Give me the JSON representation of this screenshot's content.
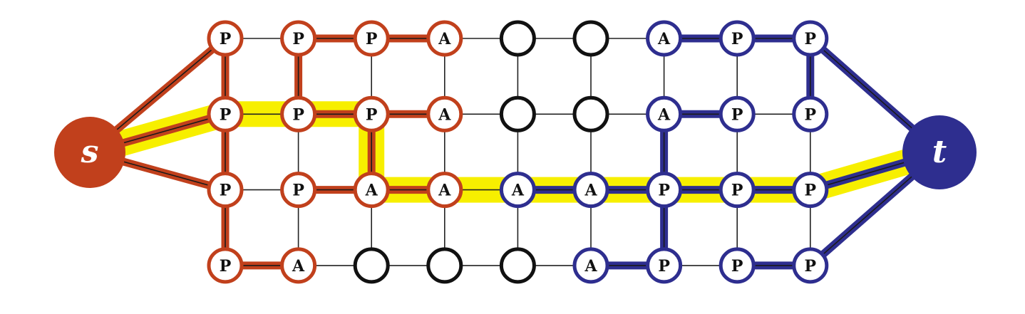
{
  "colors": {
    "background": "#ffffff",
    "source_red": "#c1401c",
    "sink_blue": "#2e2e8f",
    "free_black": "#111111",
    "path_yellow": "#f7ef00",
    "thin_edge": "#222222"
  },
  "terminals": {
    "source": {
      "label": "s",
      "color": "source_red"
    },
    "sink": {
      "label": "t",
      "color": "sink_blue"
    }
  },
  "grid": {
    "rows": 4,
    "cols": 9,
    "nodes": [
      [
        {
          "label": "P",
          "tree": "red"
        },
        {
          "label": "P",
          "tree": "red"
        },
        {
          "label": "P",
          "tree": "red"
        },
        {
          "label": "A",
          "tree": "red"
        },
        {
          "label": "",
          "tree": "free"
        },
        {
          "label": "",
          "tree": "free"
        },
        {
          "label": "A",
          "tree": "blue"
        },
        {
          "label": "P",
          "tree": "blue"
        },
        {
          "label": "P",
          "tree": "blue"
        }
      ],
      [
        {
          "label": "P",
          "tree": "red"
        },
        {
          "label": "P",
          "tree": "red"
        },
        {
          "label": "P",
          "tree": "red"
        },
        {
          "label": "A",
          "tree": "red"
        },
        {
          "label": "",
          "tree": "free"
        },
        {
          "label": "",
          "tree": "free"
        },
        {
          "label": "A",
          "tree": "blue"
        },
        {
          "label": "P",
          "tree": "blue"
        },
        {
          "label": "P",
          "tree": "blue"
        }
      ],
      [
        {
          "label": "P",
          "tree": "red"
        },
        {
          "label": "P",
          "tree": "red"
        },
        {
          "label": "A",
          "tree": "red"
        },
        {
          "label": "A",
          "tree": "red"
        },
        {
          "label": "A",
          "tree": "blue"
        },
        {
          "label": "A",
          "tree": "blue"
        },
        {
          "label": "P",
          "tree": "blue"
        },
        {
          "label": "P",
          "tree": "blue"
        },
        {
          "label": "P",
          "tree": "blue"
        }
      ],
      [
        {
          "label": "P",
          "tree": "red"
        },
        {
          "label": "A",
          "tree": "red"
        },
        {
          "label": "",
          "tree": "free"
        },
        {
          "label": "",
          "tree": "free"
        },
        {
          "label": "",
          "tree": "free"
        },
        {
          "label": "A",
          "tree": "blue"
        },
        {
          "label": "P",
          "tree": "blue"
        },
        {
          "label": "P",
          "tree": "blue"
        },
        {
          "label": "P",
          "tree": "blue"
        }
      ]
    ]
  },
  "tree_edges": {
    "red": [
      [
        [
          0,
          0
        ],
        [
          1,
          0
        ]
      ],
      [
        [
          1,
          0
        ],
        [
          2,
          0
        ]
      ],
      [
        [
          2,
          0
        ],
        [
          3,
          0
        ]
      ],
      [
        [
          0,
          1
        ],
        [
          1,
          1
        ]
      ],
      [
        [
          0,
          1
        ],
        [
          0,
          2
        ]
      ],
      [
        [
          0,
          2
        ],
        [
          0,
          3
        ]
      ],
      [
        [
          1,
          1
        ],
        [
          1,
          2
        ]
      ],
      [
        [
          1,
          2
        ],
        [
          1,
          3
        ]
      ],
      [
        [
          1,
          2
        ],
        [
          2,
          2
        ]
      ],
      [
        [
          2,
          2
        ],
        [
          2,
          3
        ]
      ],
      [
        [
          3,
          0
        ],
        [
          3,
          1
        ]
      ],
      [
        [
          2,
          1
        ],
        [
          2,
          2
        ]
      ]
    ],
    "blue": [
      [
        [
          0,
          6
        ],
        [
          0,
          7
        ]
      ],
      [
        [
          0,
          7
        ],
        [
          0,
          8
        ]
      ],
      [
        [
          0,
          8
        ],
        [
          1,
          8
        ]
      ],
      [
        [
          1,
          6
        ],
        [
          1,
          7
        ]
      ],
      [
        [
          1,
          6
        ],
        [
          2,
          6
        ]
      ],
      [
        [
          2,
          6
        ],
        [
          3,
          6
        ]
      ],
      [
        [
          2,
          4
        ],
        [
          2,
          5
        ]
      ],
      [
        [
          2,
          5
        ],
        [
          2,
          6
        ]
      ],
      [
        [
          2,
          6
        ],
        [
          2,
          7
        ]
      ],
      [
        [
          2,
          7
        ],
        [
          2,
          8
        ]
      ],
      [
        [
          3,
          5
        ],
        [
          3,
          6
        ]
      ],
      [
        [
          3,
          7
        ],
        [
          3,
          8
        ]
      ]
    ]
  },
  "terminal_edges": {
    "source": [
      0,
      1,
      2
    ],
    "sink": [
      0,
      2,
      3
    ]
  },
  "augmenting_path": [
    [
      "source"
    ],
    [
      1,
      0
    ],
    [
      1,
      1
    ],
    [
      1,
      2
    ],
    [
      2,
      2
    ],
    [
      2,
      3
    ],
    [
      2,
      4
    ],
    [
      2,
      5
    ],
    [
      2,
      6
    ],
    [
      2,
      7
    ],
    [
      2,
      8
    ],
    [
      "sink"
    ]
  ]
}
